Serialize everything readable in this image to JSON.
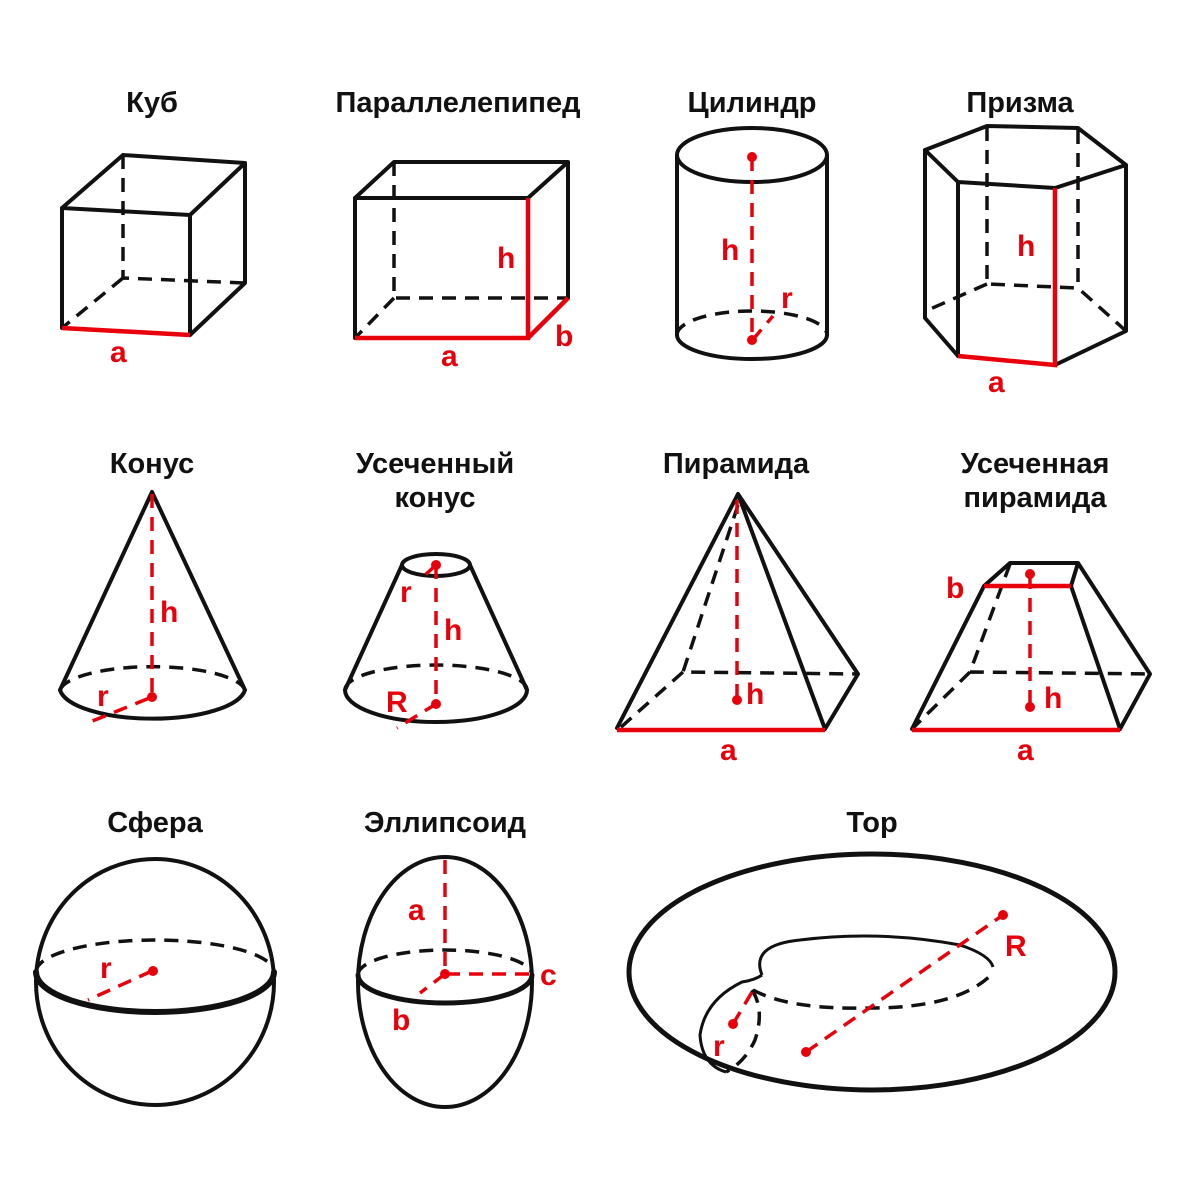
{
  "colors": {
    "stroke": "#111111",
    "accent": "#e8000b",
    "background": "#ffffff"
  },
  "shapes": [
    {
      "id": "cube",
      "title": "Куб",
      "labels": [
        "a"
      ]
    },
    {
      "id": "parallelepiped",
      "title": "Параллелепипед",
      "labels": [
        "h",
        "a",
        "b"
      ]
    },
    {
      "id": "cylinder",
      "title": "Цилиндр",
      "labels": [
        "h",
        "r"
      ]
    },
    {
      "id": "prism",
      "title": "Призма",
      "labels": [
        "h",
        "a"
      ]
    },
    {
      "id": "cone",
      "title": "Конус",
      "labels": [
        "h",
        "r"
      ]
    },
    {
      "id": "truncated-cone",
      "title": "Усеченный\nконус",
      "labels": [
        "r",
        "h",
        "R"
      ]
    },
    {
      "id": "pyramid",
      "title": "Пирамида",
      "labels": [
        "h",
        "a"
      ]
    },
    {
      "id": "truncated-pyramid",
      "title": "Усеченная\nпирамида",
      "labels": [
        "b",
        "h",
        "a"
      ]
    },
    {
      "id": "sphere",
      "title": "Сфера",
      "labels": [
        "r"
      ]
    },
    {
      "id": "ellipsoid",
      "title": "Эллипсоид",
      "labels": [
        "a",
        "c",
        "b"
      ]
    },
    {
      "id": "torus",
      "title": "Тор",
      "labels": [
        "R",
        "r"
      ]
    }
  ]
}
